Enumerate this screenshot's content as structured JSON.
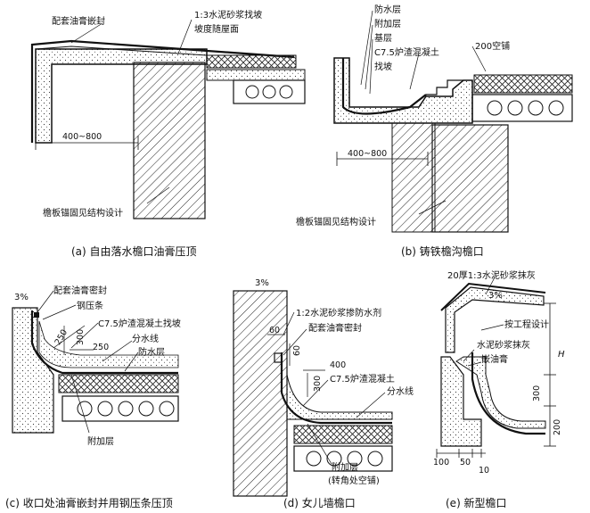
{
  "panels": [
    {
      "id": "a",
      "caption": "(a) 自由落水檐口油膏压顶",
      "labels": {
        "l1": "配套油膏嵌封",
        "l2": "1:3水泥砂浆找坡",
        "l3": "坡度随屋面",
        "dim1": "400~800",
        "l4": "檐板锚固见结构设计"
      }
    },
    {
      "id": "b",
      "caption": "(b) 铸铁檐沟檐口",
      "labels": {
        "l1": "防水层",
        "l2": "附加层",
        "l3": "基层",
        "l4": "C7.5炉渣混凝土",
        "l5": "找坡",
        "l6": "200空铺",
        "dim1": "400~800",
        "l7": "檐板锚固见结构设计"
      }
    },
    {
      "id": "c",
      "caption": "(c) 收口处油膏嵌封并用钢压条压顶",
      "labels": {
        "slope": "3%",
        "l1": "配套油膏密封",
        "l2": "钢压条",
        "l3": "C7.5炉渣混凝土找坡",
        "dim1": "250",
        "dim2": "300",
        "dim3": "250",
        "l4": "分水线",
        "l5": "防水层",
        "l6": "附加层"
      }
    },
    {
      "id": "d",
      "caption": "(d) 女儿墙檐口",
      "labels": {
        "slope": "3%",
        "l1": "1:2水泥砂浆掺防水剂",
        "dim1": "60",
        "l2": "配套油膏密封",
        "dim2": "60",
        "dim3": "400",
        "dim4": "300",
        "l3": "C7.5炉渣混凝土",
        "l4": "分水线",
        "l5": "附加层",
        "l6": "(转角处空铺)"
      }
    },
    {
      "id": "e",
      "caption": "(e) 新型檐口",
      "labels": {
        "l1": "20厚1:3水泥砂浆抹灰",
        "slope": "3%",
        "l2": "按工程设计",
        "l3": "水泥砂浆抹灰",
        "l4": "嵌油膏",
        "dimH": "H",
        "dim300": "300",
        "dim200": "200",
        "dim100": "100",
        "dim50": "50",
        "dim10": "10"
      }
    }
  ]
}
